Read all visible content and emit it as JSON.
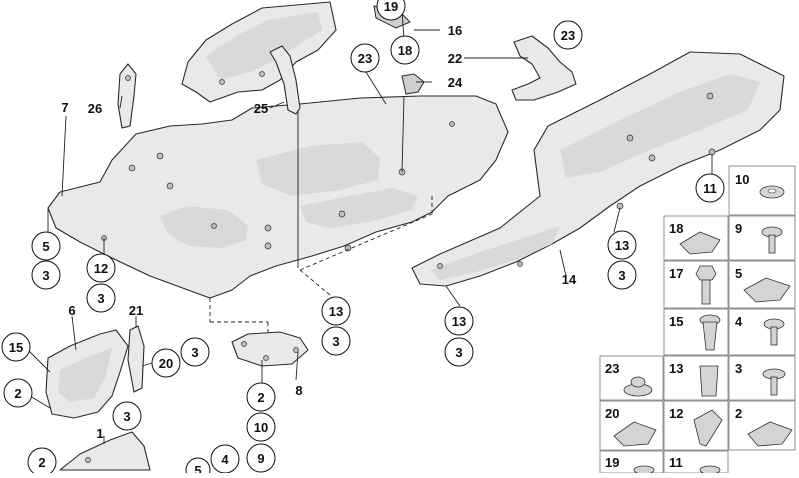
{
  "callouts": [
    {
      "id": "c19t",
      "label": "19"
    },
    {
      "id": "c18t",
      "label": "18"
    },
    {
      "id": "c23a",
      "label": "23"
    },
    {
      "id": "c23b",
      "label": "23"
    },
    {
      "id": "c5",
      "label": "5"
    },
    {
      "id": "c3a",
      "label": "3"
    },
    {
      "id": "c12",
      "label": "12"
    },
    {
      "id": "c3b",
      "label": "3"
    },
    {
      "id": "c11",
      "label": "11"
    },
    {
      "id": "c13a",
      "label": "13"
    },
    {
      "id": "c3c",
      "label": "3"
    },
    {
      "id": "c13b",
      "label": "13"
    },
    {
      "id": "c3d",
      "label": "3"
    },
    {
      "id": "c13c",
      "label": "13"
    },
    {
      "id": "c3e",
      "label": "3"
    },
    {
      "id": "c15",
      "label": "15"
    },
    {
      "id": "c2a",
      "label": "2"
    },
    {
      "id": "c20",
      "label": "20"
    },
    {
      "id": "c3f",
      "label": "3"
    },
    {
      "id": "c3g",
      "label": "3"
    },
    {
      "id": "c2b",
      "label": "2"
    },
    {
      "id": "c10",
      "label": "10"
    },
    {
      "id": "c9",
      "label": "9"
    },
    {
      "id": "c4",
      "label": "4"
    },
    {
      "id": "c5b",
      "label": "5"
    },
    {
      "id": "c2c",
      "label": "2"
    }
  ],
  "labels": [
    {
      "id": "l16",
      "label": "16"
    },
    {
      "id": "l22",
      "label": "22"
    },
    {
      "id": "l24",
      "label": "24"
    },
    {
      "id": "l7",
      "label": "7"
    },
    {
      "id": "l26",
      "label": "26"
    },
    {
      "id": "l25",
      "label": "25"
    },
    {
      "id": "l14",
      "label": "14"
    },
    {
      "id": "l6",
      "label": "6"
    },
    {
      "id": "l21",
      "label": "21"
    },
    {
      "id": "l8",
      "label": "8"
    },
    {
      "id": "l1",
      "label": "1"
    }
  ],
  "legend": {
    "items": [
      {
        "number": "10",
        "part": "washer"
      },
      {
        "number": "18",
        "part": "spring-nut"
      },
      {
        "number": "9",
        "part": "screw"
      },
      {
        "number": "17",
        "part": "hex-bolt"
      },
      {
        "number": "5",
        "part": "clip-nut"
      },
      {
        "number": "15",
        "part": "expanding-rivet"
      },
      {
        "number": "4",
        "part": "screw"
      },
      {
        "number": "23",
        "part": "collar-nut"
      },
      {
        "number": "13",
        "part": "square-nut"
      },
      {
        "number": "3",
        "part": "flange-screw"
      },
      {
        "number": "20",
        "part": "clip"
      },
      {
        "number": "12",
        "part": "plug"
      },
      {
        "number": "2",
        "part": "clip-nut"
      },
      {
        "number": "19",
        "part": "nut"
      },
      {
        "number": "11",
        "part": "nut"
      }
    ]
  }
}
